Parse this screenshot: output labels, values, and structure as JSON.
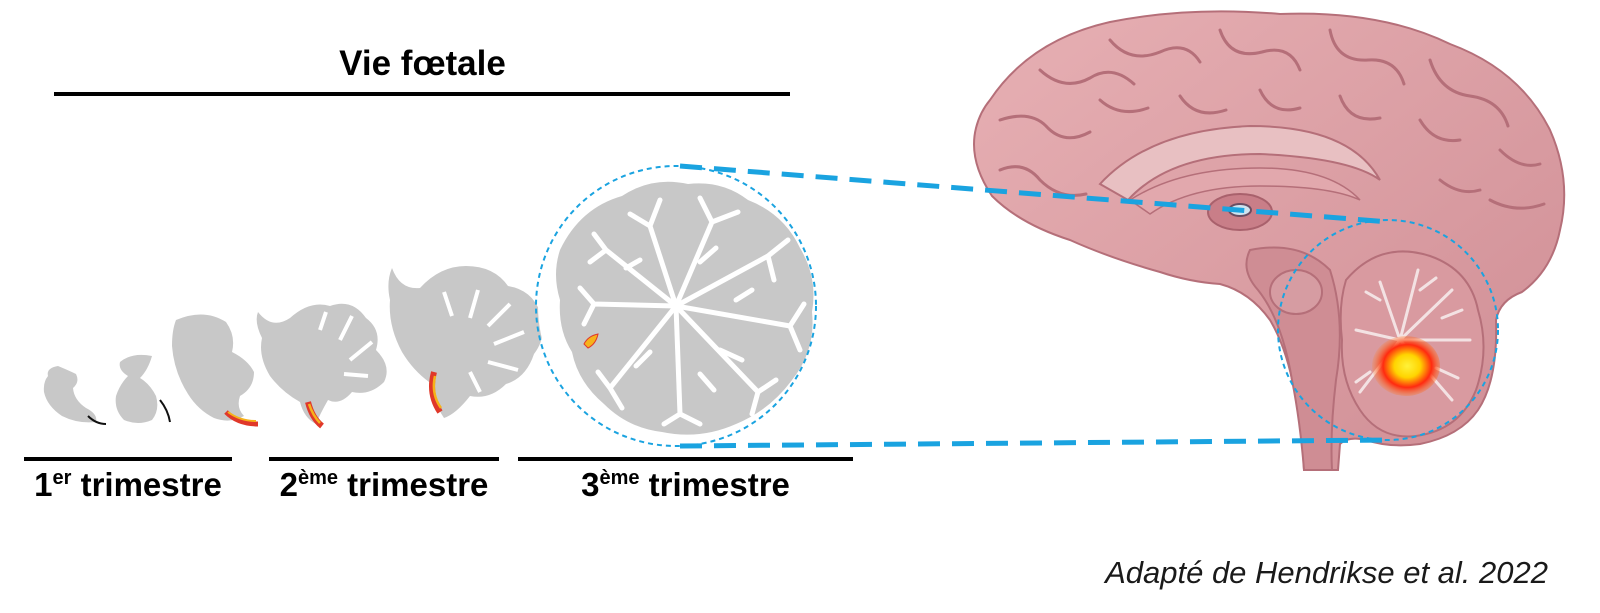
{
  "figure": {
    "title": "Vie fœtale",
    "stages": [
      {
        "num": "1",
        "sup": "er",
        "label": "trimestre"
      },
      {
        "num": "2",
        "sup": "ème",
        "label": "trimestre"
      },
      {
        "num": "3",
        "sup": "ème",
        "label": "trimestre"
      }
    ],
    "credit": "Adapté de Hendrikse et al. 2022",
    "colors": {
      "tissue": "#c8c8c8",
      "highlight_outer": "#e0382a",
      "highlight_inner": "#f6b21a",
      "zoom": "#1aa3e0",
      "brain": "#d99aa0",
      "brain_dark": "#b56f79"
    }
  }
}
